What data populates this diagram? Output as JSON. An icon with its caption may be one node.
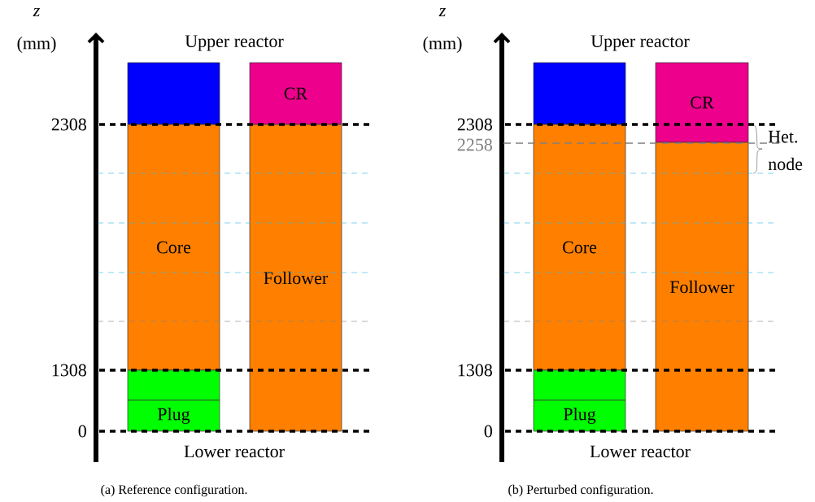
{
  "diagram": {
    "nodes": [
      {
        "text": [],
        "shape": "box"
      },
      {
        "text": [
          "CR"
        ]
      },
      {
        "text": [
          "Core"
        ]
      },
      {
        "text": [
          "Follower"
        ]
      },
      {
        "text": [],
        "shape": "box"
      },
      {
        "text": [
          "Plug"
        ]
      },
      {
        "text": [],
        "shape": "box"
      },
      {
        "text": [
          "CR"
        ]
      },
      {
        "text": [
          "Core"
        ]
      },
      {
        "text": [
          "Follower"
        ]
      },
      {
        "text": [],
        "shape": "box"
      },
      {
        "text": [
          "Plug"
        ]
      }
    ],
    "labels": [
      "z",
      "(mm)",
      "Upper reactor",
      "2308",
      "1308",
      "0",
      "Lower reactor",
      "(a) Reference configuration.",
      "z",
      "(mm)",
      "Upper reactor",
      "2308",
      "2258",
      "1308",
      "0",
      "Lower reactor",
      "Het. node",
      "(b) Perturbed configuration."
    ]
  }
}
